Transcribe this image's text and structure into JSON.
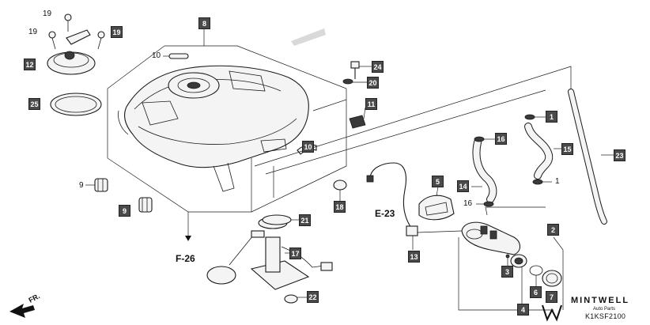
{
  "diagram_code": "K1KSF2100",
  "references": {
    "e23": "E-23",
    "f26": "F-26"
  },
  "direction_label": "FR.",
  "watermark": {
    "brand": "MINTWELL",
    "sub": "Auto Parts"
  },
  "callouts_boxed": {
    "c1a": "1",
    "c2": "2",
    "c3": "3",
    "c4": "4",
    "c5": "5",
    "c6": "6",
    "c7": "7",
    "c8": "8",
    "c9": "9",
    "c10": "10",
    "c11": "11",
    "c12": "12",
    "c13": "13",
    "c14": "14",
    "c15": "15",
    "c16": "16",
    "c17": "17",
    "c18": "18",
    "c19": "19",
    "c20": "20",
    "c21": "21",
    "c22": "22",
    "c23": "23",
    "c24": "24",
    "c25": "25"
  },
  "callouts_plain": {
    "p19a": "19",
    "p19b": "19",
    "p10": "10",
    "p9": "9",
    "p1": "1",
    "p16": "16"
  }
}
